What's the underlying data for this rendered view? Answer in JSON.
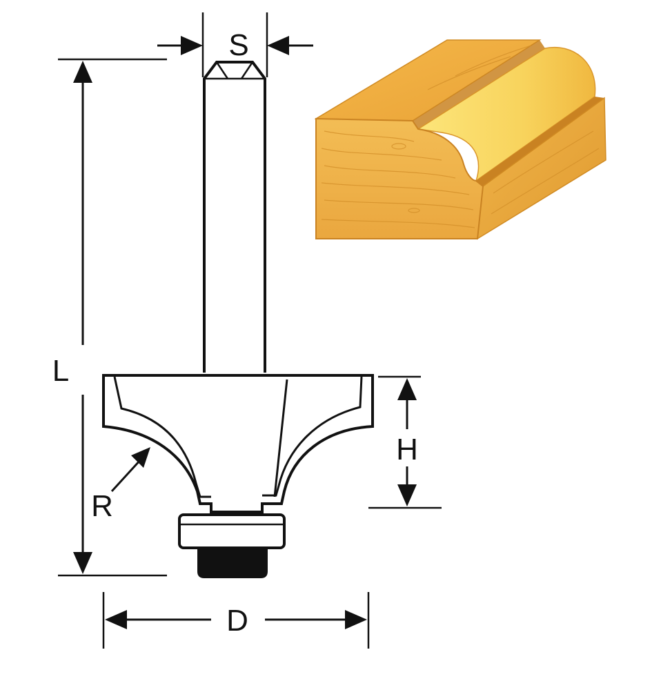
{
  "labels": {
    "shank_diameter": "S",
    "overall_length": "L",
    "cutting_height": "H",
    "radius": "R",
    "cutting_diameter": "D"
  },
  "colors": {
    "line": "#111111",
    "bearing": "#111111",
    "wood_light": "#f7c64a",
    "wood_mid": "#f0b43a",
    "wood_dark": "#e39a2b",
    "wood_groove": "#c77f1d"
  }
}
